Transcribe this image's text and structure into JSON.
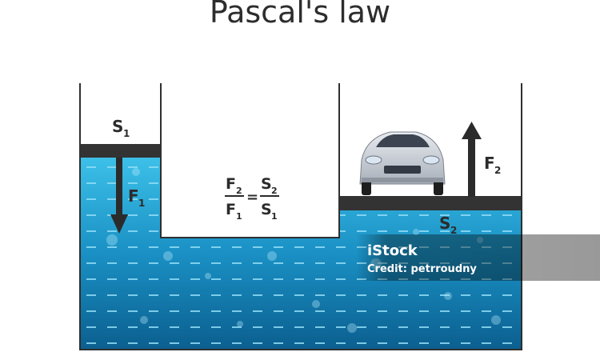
{
  "title": "Pascal's law",
  "labels": {
    "s1_letter": "S",
    "s1_sub": "1",
    "f1_letter": "F",
    "f1_sub": "1",
    "f2_letter": "F",
    "f2_sub": "2",
    "s2_letter": "S",
    "s2_sub": "2",
    "eq_num_left": "F",
    "eq_num_left_sub": "2",
    "eq_den_left": "F",
    "eq_den_left_sub": "1",
    "eq_sign": "=",
    "eq_num_right": "S",
    "eq_num_right_sub": "2",
    "eq_den_right": "S",
    "eq_den_right_sub": "1"
  },
  "watermark": {
    "brand": "iStock",
    "credit": "Credit: petrroudny"
  },
  "colors": {
    "liquid_top": "#3fc0e6",
    "liquid_bottom": "#0e6a9c",
    "piston": "#333333",
    "wall": "#2f2f2f",
    "dash": "#7fd6f2"
  },
  "icons": [
    "car-icon",
    "arrow-down-icon",
    "arrow-up-icon"
  ]
}
